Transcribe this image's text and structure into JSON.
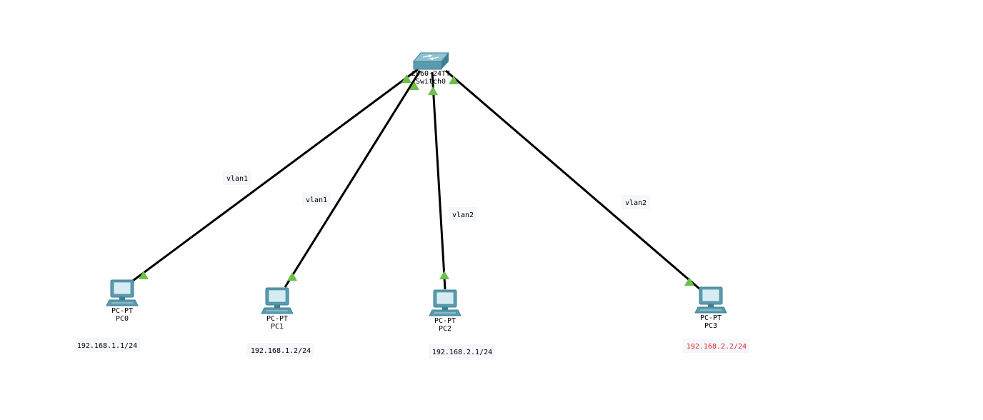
{
  "switch": {
    "model": "2960-24TT",
    "name": "Switch0"
  },
  "pcs": [
    {
      "model": "PC-PT",
      "name": "PC0",
      "ip": "192.168.1.1/24",
      "vlan": "vlan1",
      "ip_color": "#000000"
    },
    {
      "model": "PC-PT",
      "name": "PC1",
      "ip": "192.168.1.2/24",
      "vlan": "vlan1",
      "ip_color": "#000000"
    },
    {
      "model": "PC-PT",
      "name": "PC2",
      "ip": "192.168.2.1/24",
      "vlan": "vlan2",
      "ip_color": "#000000"
    },
    {
      "model": "PC-PT",
      "name": "PC3",
      "ip": "192.168.2.2/24",
      "vlan": "vlan2",
      "ip_color": "#e8222a"
    }
  ],
  "colors": {
    "link": "#000000",
    "port_up": "#6cbf4b",
    "device": "#5b9bb0",
    "note_bg": "#f6f7fb"
  }
}
